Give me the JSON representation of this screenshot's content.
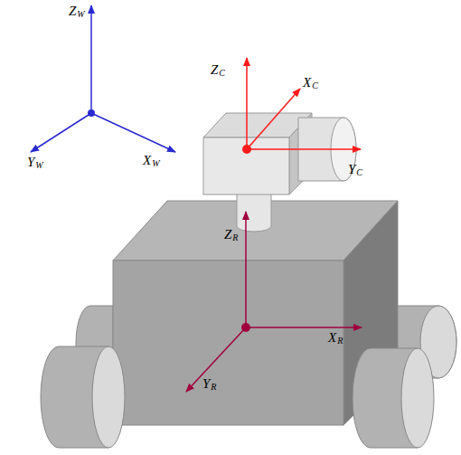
{
  "diagram": {
    "labels": [
      "ZW",
      "YW",
      "XW",
      "ZC",
      "XC",
      "YC",
      "ZR",
      "XR",
      "YR"
    ]
  }
}
